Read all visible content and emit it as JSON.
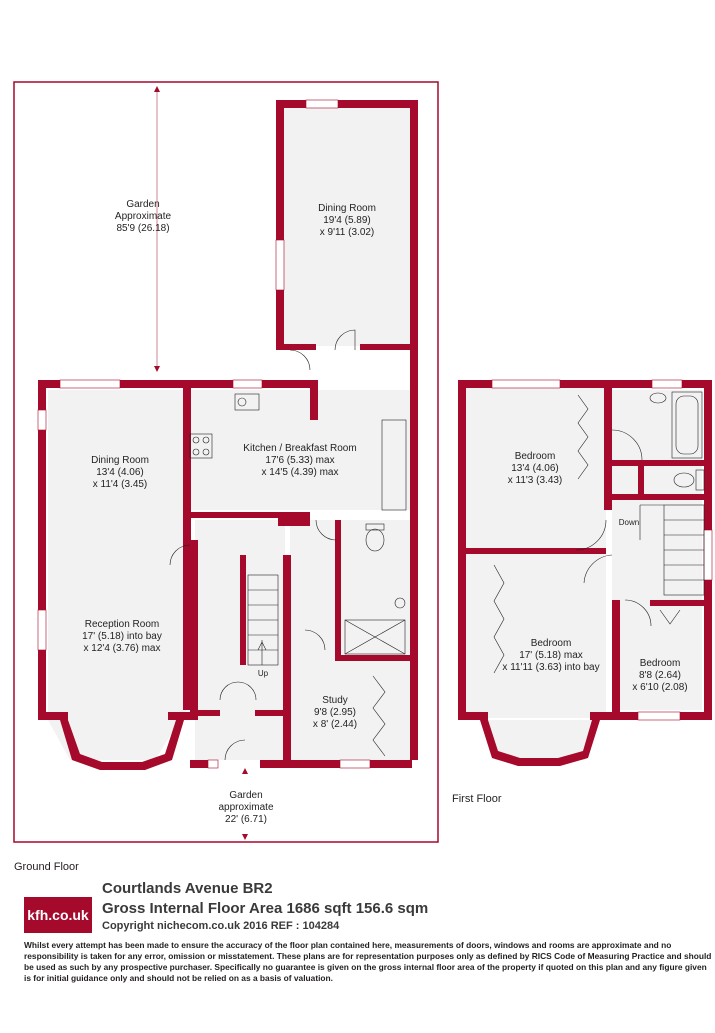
{
  "colors": {
    "wall": "#a5092b",
    "floor": "#f2f2f2",
    "text": "#231f20",
    "logo_bg": "#a5092b"
  },
  "rooms": {
    "garden_top": {
      "name": "Garden",
      "line2": "Approximate",
      "dims": "85'9 (26.18)"
    },
    "dining_room_rear": {
      "name": "Dining Room",
      "dims": "19'4 (5.89)",
      "dims2": "x 9'11 (3.02)"
    },
    "kitchen": {
      "name": "Kitchen / Breakfast Room",
      "dims": "17'6 (5.33) max",
      "dims2": "x 14'5 (4.39) max"
    },
    "dining_room": {
      "name": "Dining Room",
      "dims": "13'4 (4.06)",
      "dims2": "x 11'4 (3.45)"
    },
    "reception": {
      "name": "Reception Room",
      "dims": "17' (5.18) into bay",
      "dims2": "x 12'4 (3.76) max"
    },
    "up_label": "Up",
    "study": {
      "name": "Study",
      "dims": "9'8 (2.95)",
      "dims2": "x 8' (2.44)"
    },
    "garden_front": {
      "name": "Garden",
      "line2": "approximate",
      "dims": "22' (6.71)"
    },
    "bedroom1": {
      "name": "Bedroom",
      "dims": "13'4 (4.06)",
      "dims2": "x 11'3 (3.43)"
    },
    "down_label": "Down",
    "bedroom2": {
      "name": "Bedroom",
      "dims": "17' (5.18) max",
      "dims2": "x 11'11 (3.63) into bay"
    },
    "bedroom3": {
      "name": "Bedroom",
      "dims": "8'8 (2.64)",
      "dims2": "x 6'10 (2.08)"
    }
  },
  "floors": {
    "first": "First Floor",
    "ground": "Ground Floor"
  },
  "footer": {
    "logo_text": "kfh.co.uk",
    "address": "Courtlands Avenue  BR2",
    "area": "Gross Internal Floor Area 1686 sqft 156.6 sqm",
    "copyright": "Copyright nichecom.co.uk 2016 REF : 104284",
    "disclaimer": "Whilst every attempt has been made to ensure the accuracy of the floor plan contained here, measurements of doors, windows and rooms are approximate and no responsibility is taken for any error, omission or misstatement.  These plans are for representation purposes only as defined by RICS Code of Measuring Practice and should be used as such by any prospective purchaser.  Specifically no guarantee is given on the gross internal floor area of the property if quoted on this plan and any figure given is for initial guidance only and should not be relied on as a basis of valuation."
  }
}
